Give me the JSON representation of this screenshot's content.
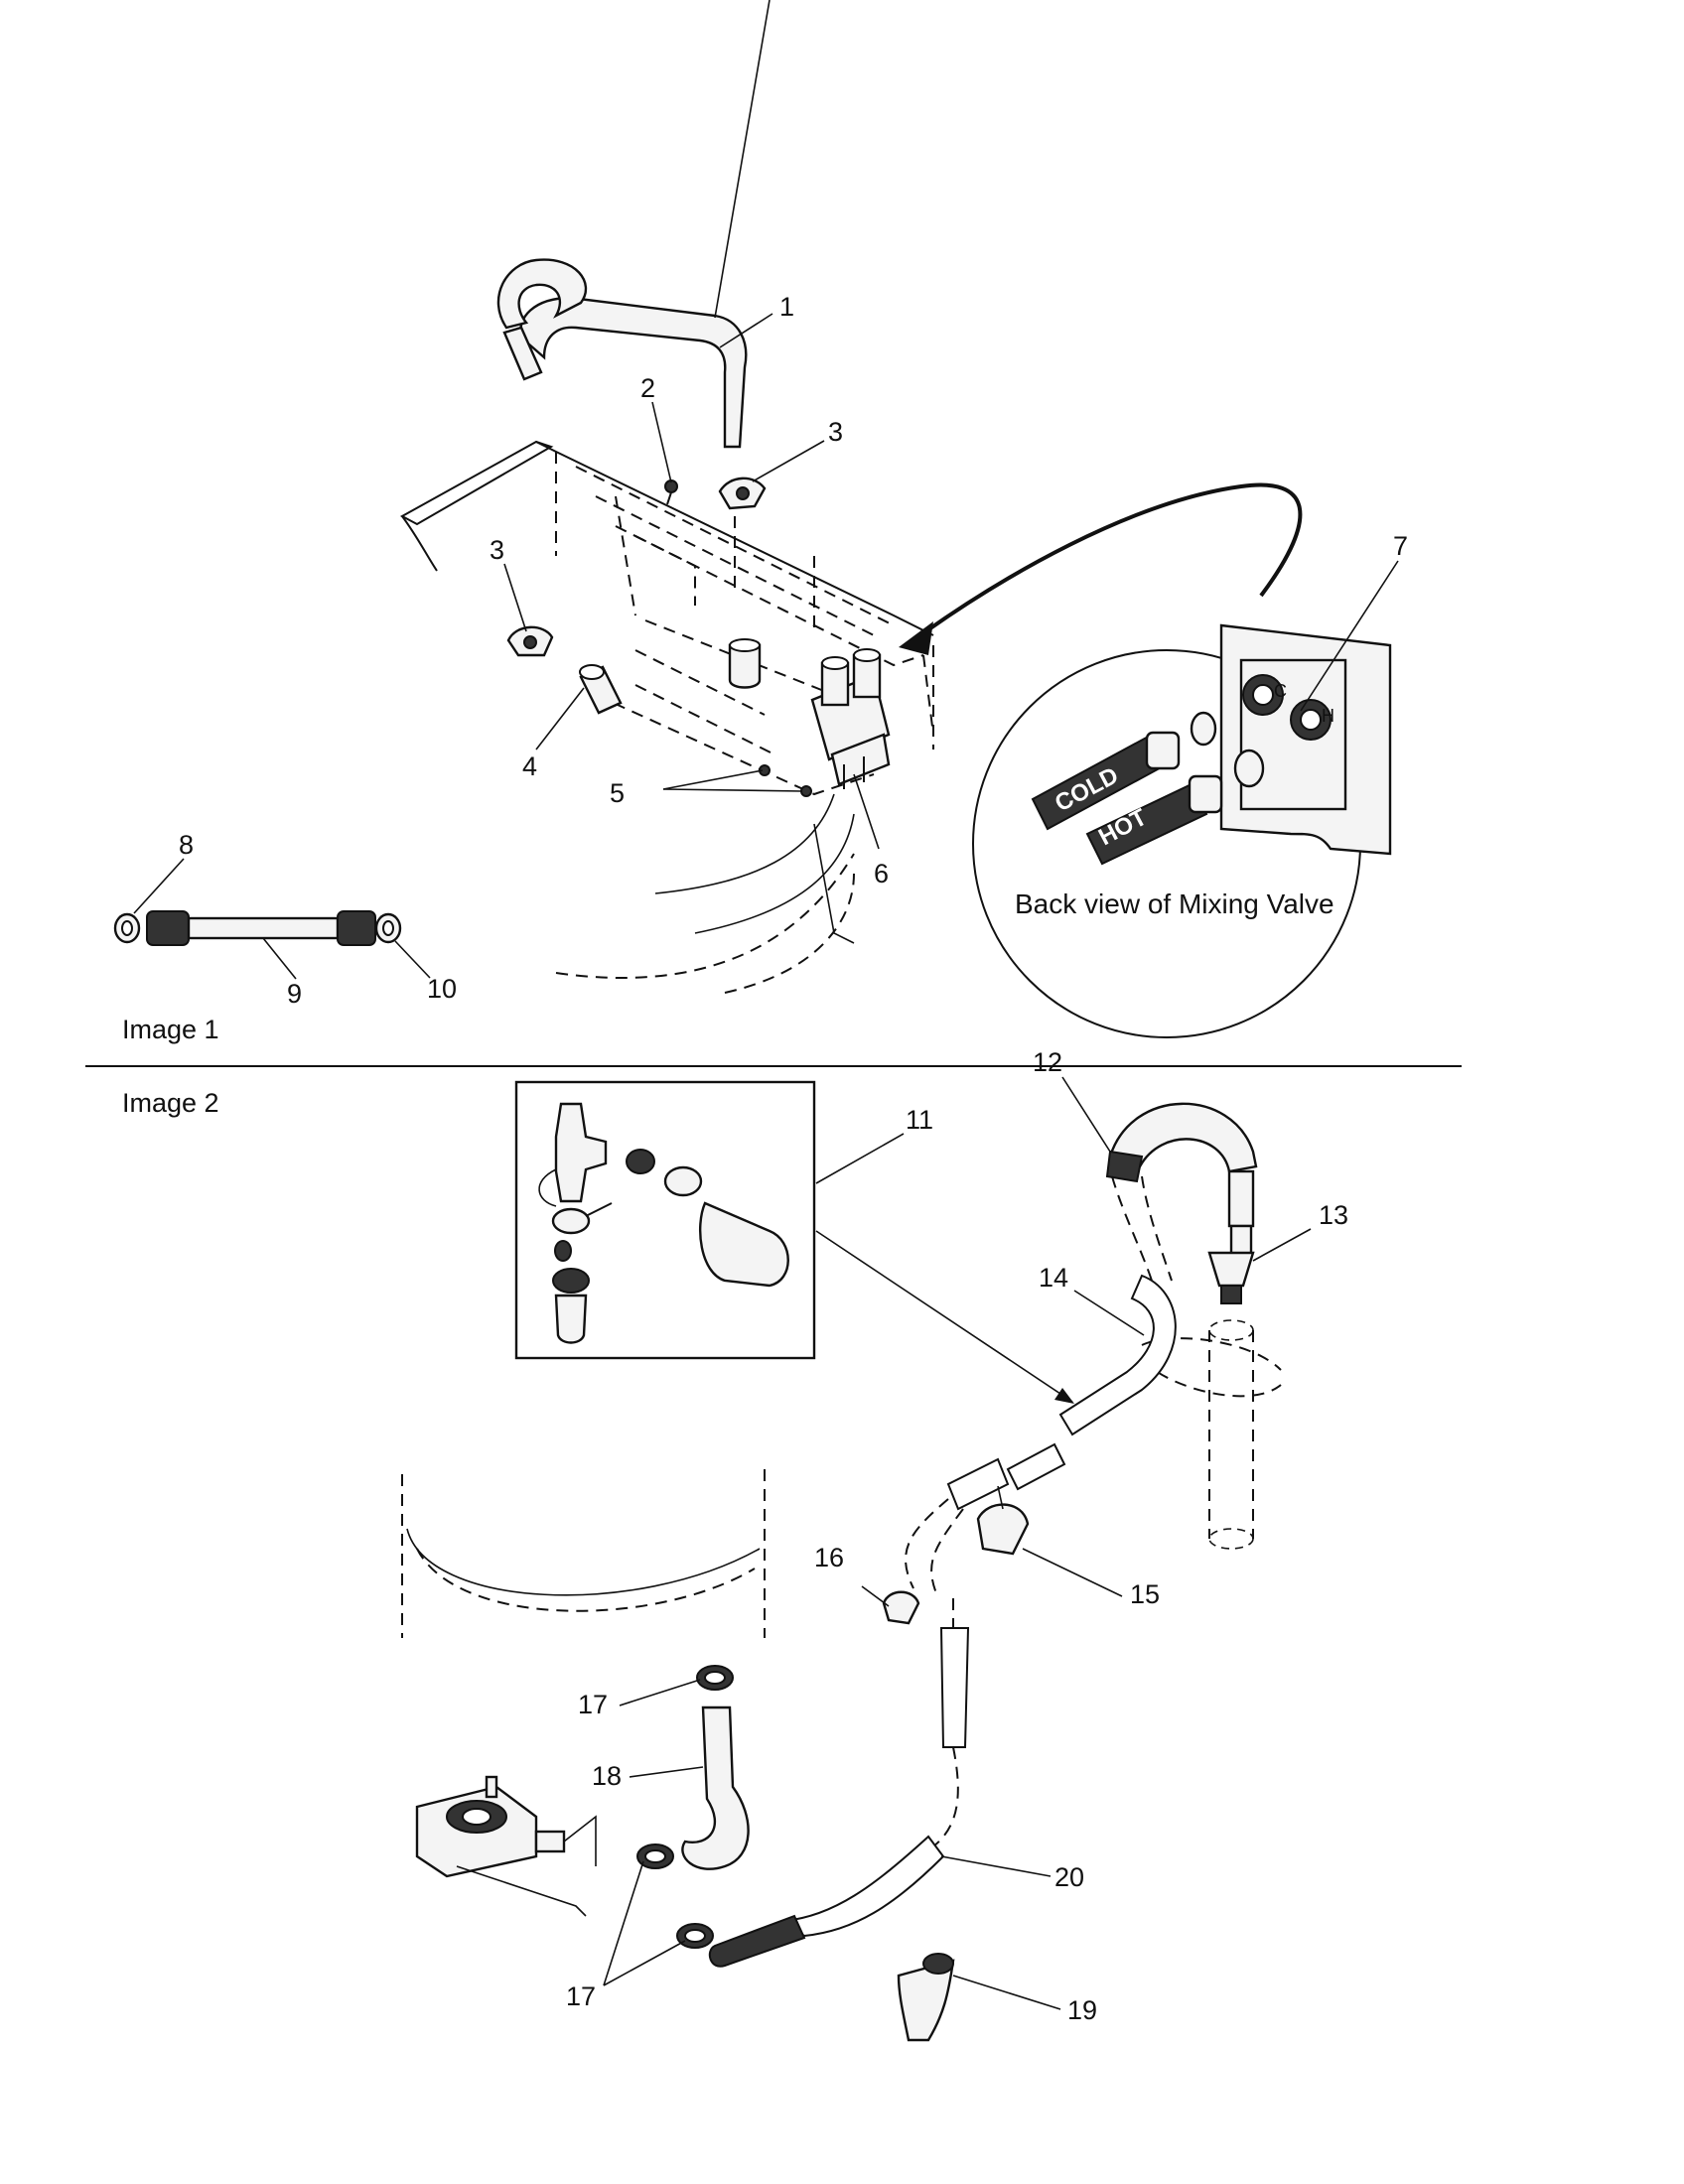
{
  "image1": {
    "caption": "Image 1",
    "callouts": {
      "c1": "1",
      "c2": "2",
      "c3a": "3",
      "c3b": "3",
      "c4": "4",
      "c5": "5",
      "c6": "6",
      "c7": "7",
      "c8": "8",
      "c9": "9",
      "c10": "10"
    },
    "inset": {
      "caption": "Back view of Mixing Valve",
      "hose_cold": "COLD",
      "hose_hot": "HOT",
      "port_c": "C",
      "port_h": "H"
    }
  },
  "image2": {
    "caption": "Image 2",
    "callouts": {
      "c11": "11",
      "c12": "12",
      "c13": "13",
      "c14": "14",
      "c15": "15",
      "c16": "16",
      "c17a": "17",
      "c17b": "17",
      "c18": "18",
      "c19": "19",
      "c20": "20"
    }
  }
}
